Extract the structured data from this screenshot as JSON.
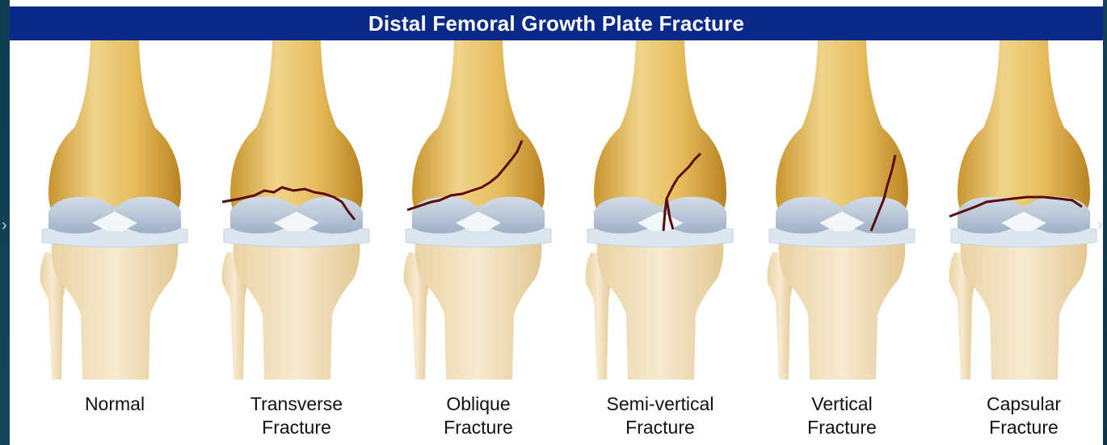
{
  "title": "Distal Femoral Growth Plate Fracture",
  "colors": {
    "banner": "#0a2a8a",
    "bone": "#e2b85a",
    "cartilage": "#b9c6d6",
    "tibia": "#f1dfb8",
    "crack": "#5a0a0a"
  },
  "knees": [
    {
      "id": "normal",
      "line1": "Normal",
      "line2": ""
    },
    {
      "id": "transverse",
      "line1": "Transverse",
      "line2": "Fracture"
    },
    {
      "id": "oblique",
      "line1": "Oblique",
      "line2": "Fracture"
    },
    {
      "id": "semi-vertical",
      "line1": "Semi-vertical",
      "line2": "Fracture"
    },
    {
      "id": "vertical",
      "line1": "Vertical",
      "line2": "Fracture"
    },
    {
      "id": "capsular",
      "line1": "Capsular",
      "line2": "Fracture"
    }
  ]
}
